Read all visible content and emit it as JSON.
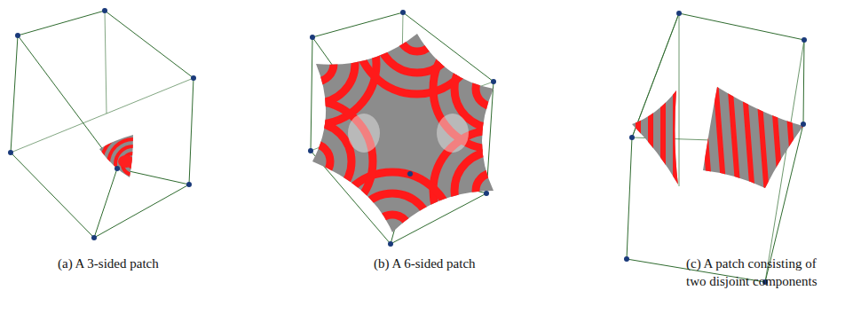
{
  "diagram": {
    "labels": [
      "(a) A 3-sided patch",
      "(b) A 6-sided patch",
      "(c) A patch consisting of two disjoint components"
    ]
  }
}
